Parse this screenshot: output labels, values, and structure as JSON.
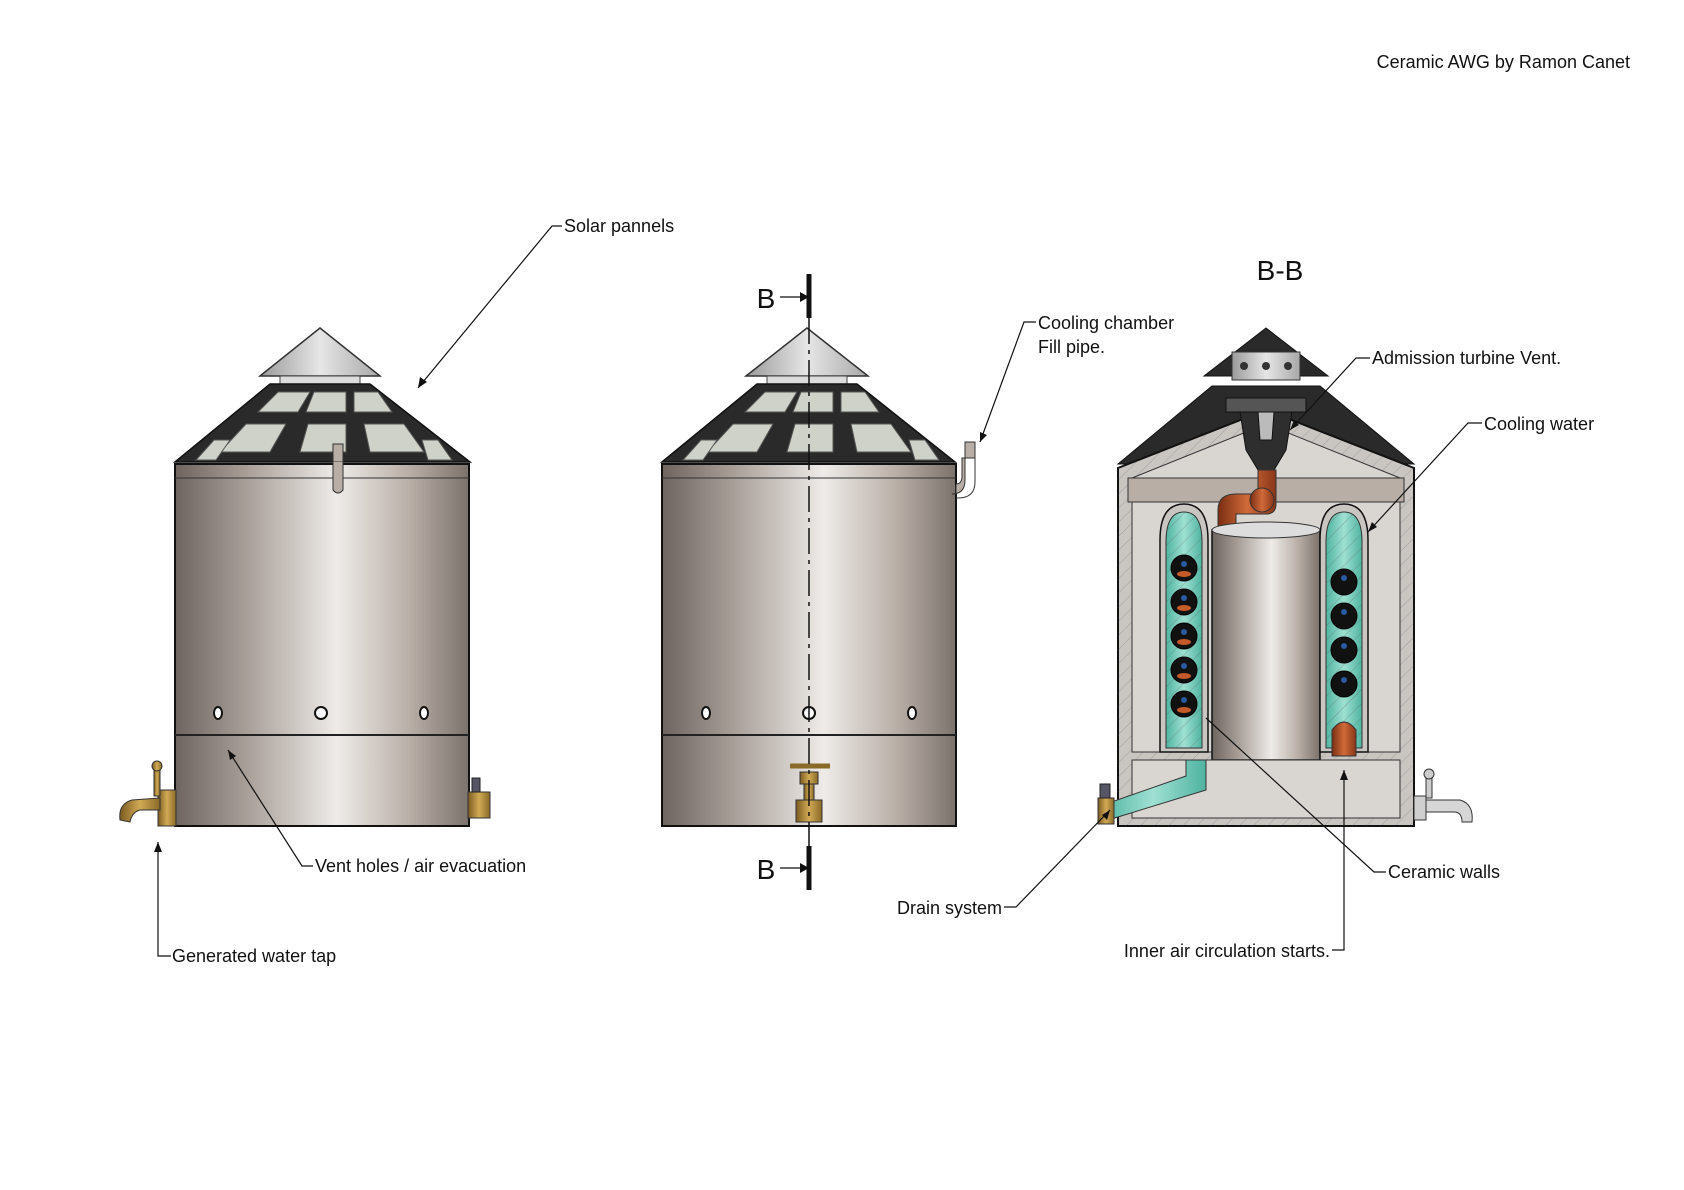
{
  "credit": "Ceramic AWG by Ramon Canet",
  "section_title": "B-B",
  "section_marker": "B",
  "labels": {
    "solar_pannels": "Solar pannels",
    "vent_holes": "Vent holes / air evacuation",
    "generated_water_tap": "Generated water tap",
    "cooling_chamber_line1": "Cooling chamber",
    "cooling_chamber_line2": "Fill pipe.",
    "admission_turbine_vent": "Admission turbine Vent.",
    "cooling_water": "Cooling water",
    "ceramic_walls": "Ceramic walls",
    "drain_system": "Drain system",
    "inner_air_circulation": "Inner air circulation starts."
  },
  "colors": {
    "tank_metal": "#b8aea6",
    "tank_highlight": "#eeebe8",
    "tank_shadow": "#6e6560",
    "roof_dark": "#2a2a2a",
    "solar_glass": "#cfd2c8",
    "brass": "#b08a3a",
    "copper_pipe": "#b4502a",
    "cooling_water": "#6cc9b8",
    "ceramic_wall": "#c9c6c2"
  }
}
